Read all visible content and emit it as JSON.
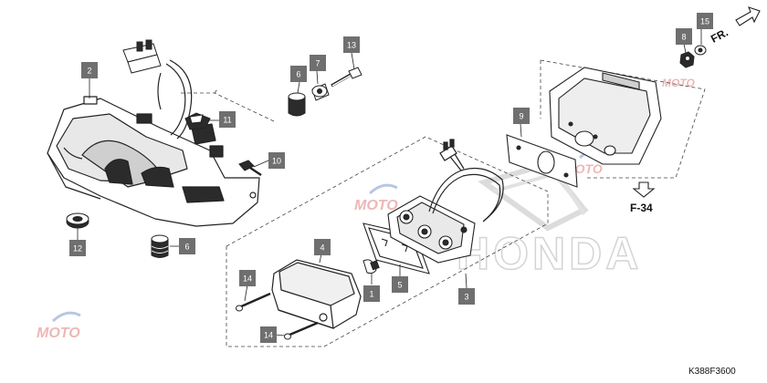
{
  "colors": {
    "callout_bg": "#6f6f6f",
    "outline": "#222222",
    "part_fill": "#ffffff",
    "shade": "#cfcfcf",
    "dark": "#2b2b2b",
    "watermark_red": "#e8a0a0",
    "watermark_blue": "#9fb3d9",
    "honda_grey": "#d9d9d9"
  },
  "callouts": [
    "2",
    "11",
    "6",
    "7",
    "13",
    "10",
    "12",
    "6",
    "4",
    "14",
    "14",
    "1",
    "5",
    "3",
    "9",
    "8",
    "15"
  ],
  "direction_label": "FR.",
  "reference_label": "F-34",
  "brand_watermark": "HONDA",
  "site_watermark": "MOTO",
  "diagram_code": "K388F3600"
}
